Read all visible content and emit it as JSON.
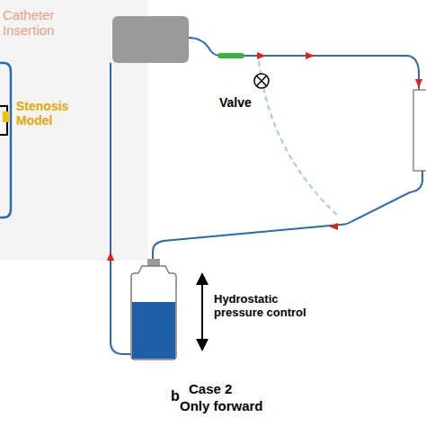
{
  "diagram": {
    "nodes": [
      {
        "text": [
          "Stenosis Model"
        ]
      },
      {
        "text": [
          "Valve"
        ]
      },
      {
        "text": [
          "Hydrostatic pressure control"
        ]
      }
    ],
    "labels": [
      "Catheter Insertion",
      "b",
      "Case 2",
      "Only forward"
    ]
  }
}
